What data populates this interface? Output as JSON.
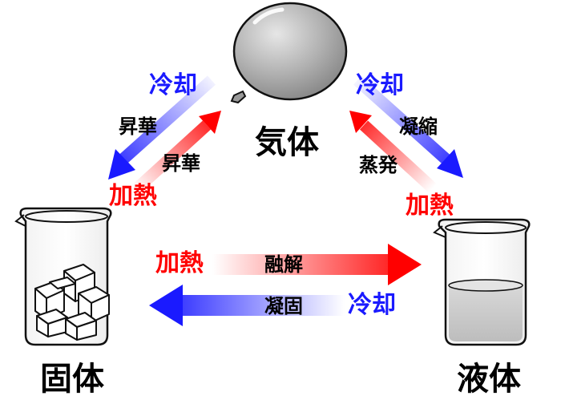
{
  "states": {
    "gas": "気体",
    "solid": "固体",
    "liquid": "液体"
  },
  "processes": {
    "sublimation_down": "昇華",
    "sublimation_up": "昇華",
    "condensation": "凝縮",
    "evaporation": "蒸発",
    "melting": "融解",
    "freezing": "凝固"
  },
  "conditions": {
    "cool_left": "冷却",
    "heat_left": "加熱",
    "cool_right": "冷却",
    "heat_right": "加熱",
    "heat_bottom": "加熱",
    "cool_bottom": "冷却"
  },
  "colors": {
    "heat": "#ff0000",
    "cool": "#1a1aff",
    "liquid": "#cccccc",
    "balloon": "#a8a8a8",
    "ice": "#ffffff"
  },
  "icons": [
    "balloon-icon",
    "beaker-with-ice-icon",
    "beaker-with-liquid-icon"
  ]
}
